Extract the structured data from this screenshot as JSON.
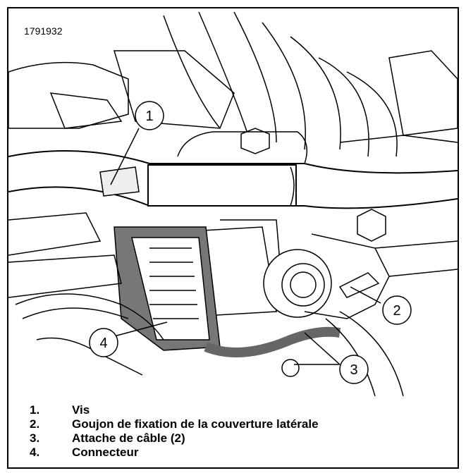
{
  "figure": {
    "id": "1791932"
  },
  "callouts": [
    "1",
    "2",
    "3",
    "4"
  ],
  "legend": [
    {
      "num": "1.",
      "text": "Vis"
    },
    {
      "num": "2.",
      "text": "Goujon de fixation de la couverture latérale"
    },
    {
      "num": "3.",
      "text": "Attache de câble (2)"
    },
    {
      "num": "4.",
      "text": "Connecteur"
    }
  ]
}
